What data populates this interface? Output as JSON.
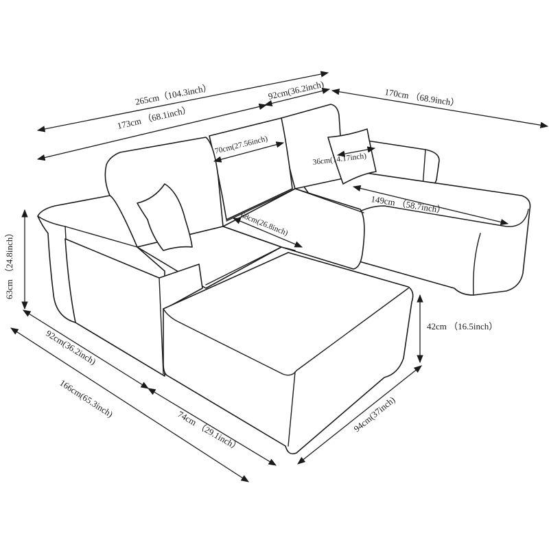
{
  "diagram": {
    "line_color": "#1a1a1a",
    "background": "#ffffff",
    "dimensions": {
      "total_width": "265cm（104.3inch）",
      "chaise_width": "92cm(36.2inch)",
      "chaise_length": "170cm （68.9inch）",
      "main_length": "173cm （68.1inch）",
      "back_cushion_width": "70cm(27.56inch)",
      "pillow_size": "36cm(14.17inch)",
      "chaise_seat_length": "149cm （58.7inch）",
      "seat_depth": "68cm(26.8inch)",
      "back_height": "63cm （24.8inch）",
      "seat_height": "42cm （16.5inch）",
      "side_depth": "92cm(36.2inch)",
      "total_depth": "166cm(65.3inch)",
      "ottoman_length": "74cm （29.1inch）",
      "ottoman_width": "94cm(37inch)"
    }
  }
}
